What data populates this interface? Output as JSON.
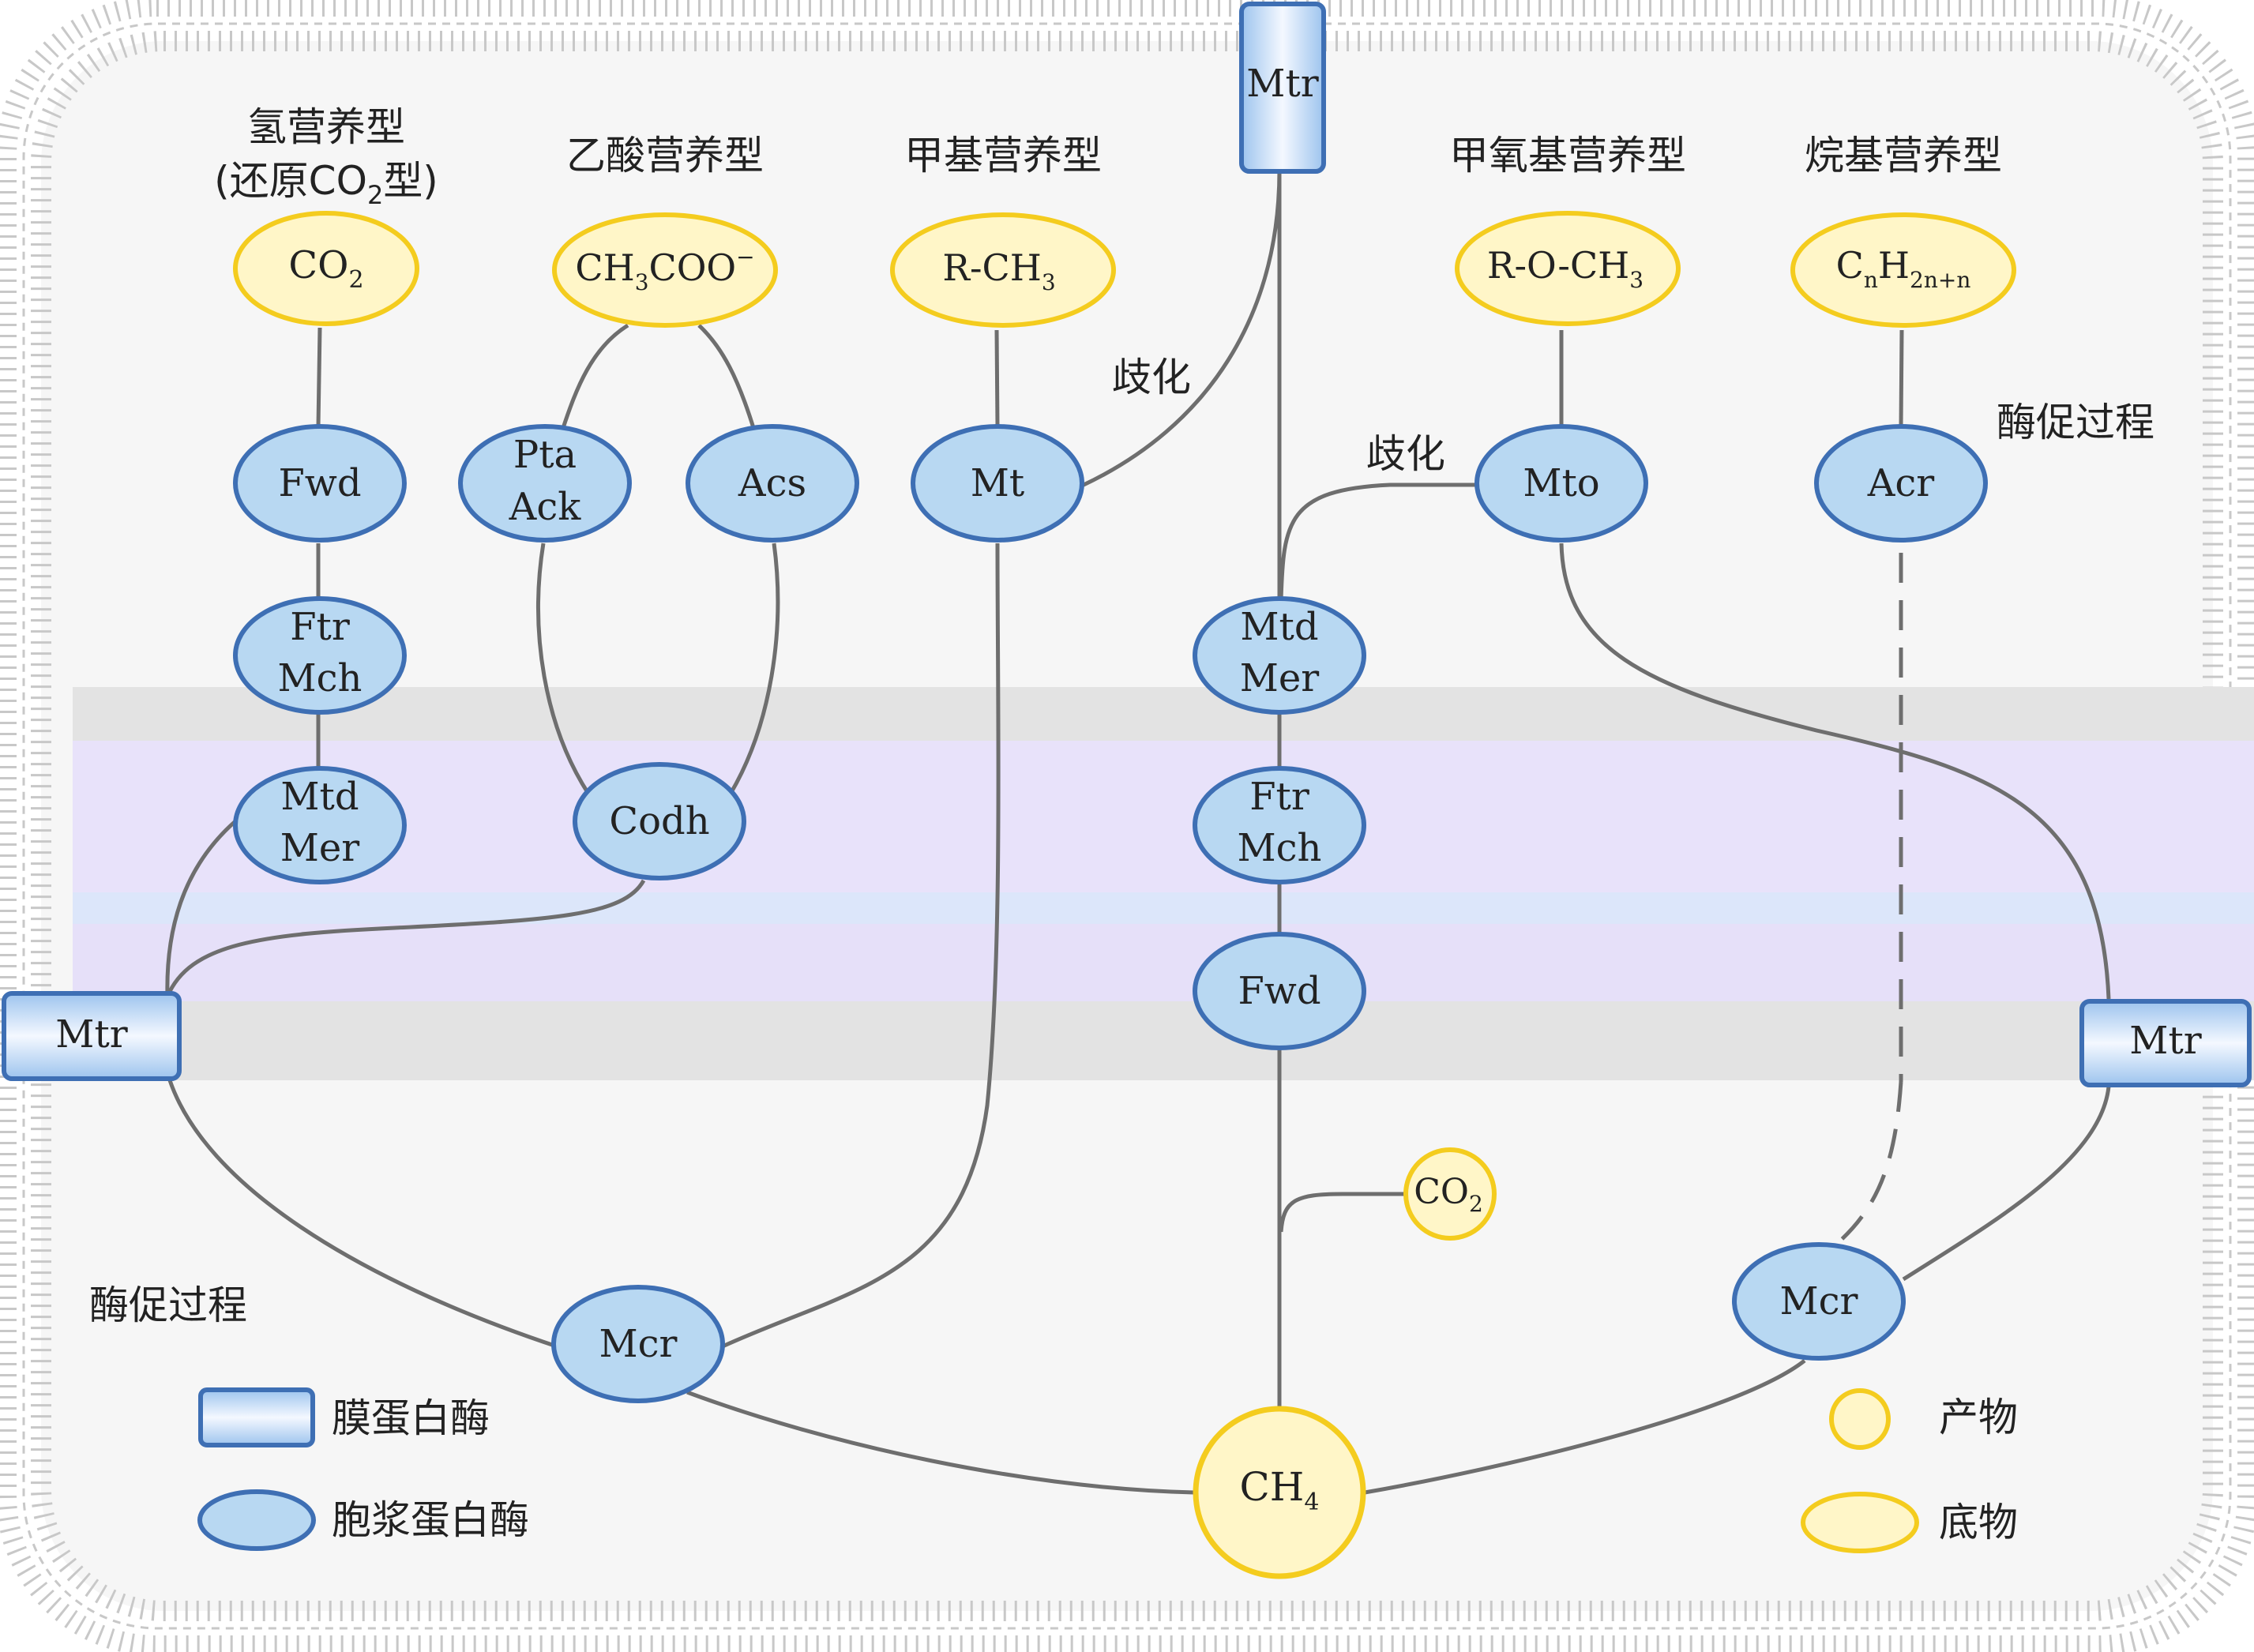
{
  "colors": {
    "substrate_fill": "#FFF6C8",
    "substrate_stroke": "#F4CC1E",
    "enzyme_fill": "#B8D8F2",
    "enzyme_stroke": "#3E6FB4",
    "membrane_band": "#E3E3E3",
    "lipid_band": "#E6E0FA",
    "line": "#6E6E6E",
    "cell_bg": "#F6F6F6"
  },
  "columns": {
    "hydrogenotrophic_l1": "氢营养型",
    "hydrogenotrophic_l2_pre": "(还原CO",
    "hydrogenotrophic_l2_sub": "2",
    "hydrogenotrophic_l2_post": "型)",
    "acetoclastic": "乙酸营养型",
    "methylotrophic": "甲基营养型",
    "methoxydotrophic": "甲氧基营养型",
    "alkylotrophic": "烷基营养型"
  },
  "substrates": {
    "co2": {
      "main": "CO",
      "sub": "2"
    },
    "acetate": {
      "a": "CH",
      "a_sub": "3",
      "b": "COO",
      "b_sup": "−"
    },
    "methyl": {
      "main": "R-CH",
      "sub": "3"
    },
    "methoxy": {
      "main": "R-O-CH",
      "sub": "3"
    },
    "alkane": {
      "a": "C",
      "a_sub": "n",
      "b": "H",
      "b_sub": "2n+n"
    }
  },
  "enzymes": {
    "fwd_left": "Fwd",
    "ftr_left": "Ftr",
    "mch_left": "Mch",
    "mtd_left": "Mtd",
    "mer_left": "Mer",
    "pta": "Pta",
    "ack": "Ack",
    "acs": "Acs",
    "codh": "Codh",
    "mt": "Mt",
    "mto": "Mto",
    "acr": "Acr",
    "mtd_center": "Mtd",
    "mer_center": "Mer",
    "ftr_center": "Ftr",
    "mch_center": "Mch",
    "fwd_center": "Fwd",
    "mcr_left": "Mcr",
    "mcr_right": "Mcr"
  },
  "membrane_enzymes": {
    "mtr_top": "Mtr",
    "mtr_left": "Mtr",
    "mtr_right": "Mtr"
  },
  "products": {
    "ch4": {
      "main": "CH",
      "sub": "4"
    },
    "co2_small": {
      "main": "CO",
      "sub": "2"
    }
  },
  "annotations": {
    "disproportionation_1": "歧化",
    "disproportionation_2": "歧化",
    "enzymatic_right": "酶促过程",
    "enzymatic_left": "酶促过程"
  },
  "legend": {
    "membrane_enzyme": "膜蛋白酶",
    "cytoplasmic_enzyme": "胞浆蛋白酶",
    "product": "产物",
    "substrate": "底物"
  }
}
